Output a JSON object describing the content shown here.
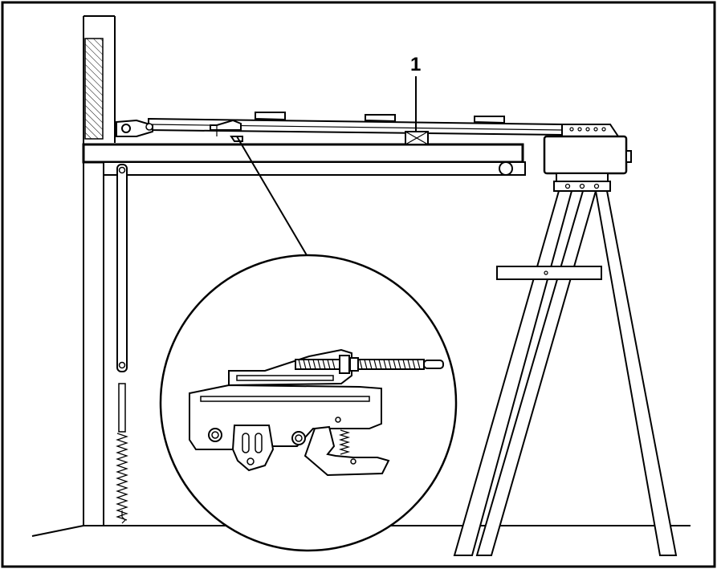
{
  "figure": {
    "callouts": [
      {
        "id": "1",
        "label": "1"
      }
    ],
    "parts": [
      "wall",
      "door-panel",
      "opener-rail",
      "trolley",
      "motor-head",
      "stepladder",
      "spring",
      "detail-circle"
    ]
  }
}
